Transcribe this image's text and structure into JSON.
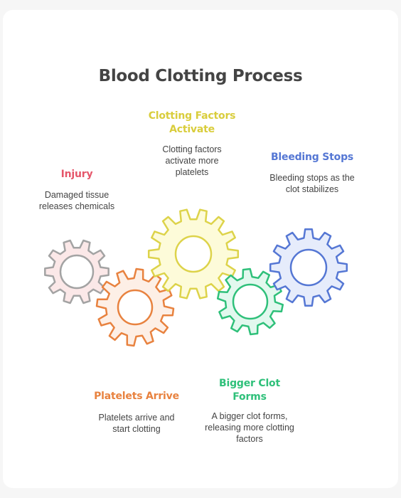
{
  "title": "Blood Clotting Process",
  "steps": [
    {
      "label": "Injury",
      "description": "Damaged tissue releases chemicals",
      "color": "#e5566a",
      "gear_fill": "#fbe8e8",
      "gear_stroke": "#a3a3a3"
    },
    {
      "label": "Platelets Arrive",
      "description": "Platelets arrive and start clotting",
      "color": "#e8823f",
      "gear_fill": "#fdefe6",
      "gear_stroke": "#e8823f"
    },
    {
      "label": "Clotting Factors Activate",
      "description": "Clotting factors activate more platelets",
      "color": "#d9cd3c",
      "gear_fill": "#fdfbd9",
      "gear_stroke": "#ddd34a"
    },
    {
      "label": "Bigger Clot Forms",
      "description": "A bigger clot forms, releasing more clotting factors",
      "color": "#2fc07a",
      "gear_fill": "#e2f8ee",
      "gear_stroke": "#2fc07a"
    },
    {
      "label": "Bleeding Stops",
      "description": "Bleeding stops as the clot stabilizes",
      "color": "#5577d4",
      "gear_fill": "#e6ecfb",
      "gear_stroke": "#5577d4"
    }
  ]
}
